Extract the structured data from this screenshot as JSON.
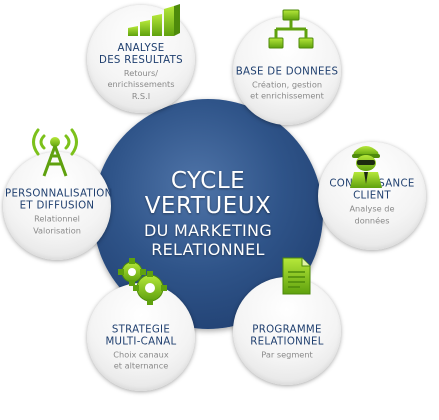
{
  "hub": {
    "line1": "CYCLE",
    "line2": "VERTUEUX",
    "line3": "DU MARKETING",
    "line4": "RELATIONNEL"
  },
  "nodes": [
    {
      "title1": "ANALYSE",
      "title2": "DES RESULTATS",
      "sub1": "Retours/",
      "sub2": "enrichissements",
      "sub3": "R.S.I",
      "icon": "bar-chart-icon"
    },
    {
      "title1": "BASE DE DONNEES",
      "title2": "",
      "sub1": "Création, gestion",
      "sub2": "et enrichissement",
      "sub3": "",
      "icon": "hierarchy-icon"
    },
    {
      "title1": "CONNAISSANCE",
      "title2": "CLIENT",
      "sub1": "Analyse de",
      "sub2": "données",
      "sub3": "",
      "icon": "spy-icon"
    },
    {
      "title1": "PROGRAMME",
      "title2": "RELATIONNEL",
      "sub1": "Par segment",
      "sub2": "",
      "sub3": "",
      "icon": "document-icon"
    },
    {
      "title1": "STRATEGIE",
      "title2": "MULTI-CANAL",
      "sub1": "Choix canaux",
      "sub2": "et alternance",
      "sub3": "",
      "icon": "gears-icon"
    },
    {
      "title1": "PERSONNALISATION",
      "title2": "ET DIFFUSION",
      "sub1": "Relationnel",
      "sub2": "Valorisation",
      "sub3": "",
      "icon": "antenna-icon"
    }
  ],
  "colors": {
    "hub": "#2f5489",
    "title_text": "#1f3f6f",
    "sub_text": "#8a8a8a",
    "icon_green": "#7cc11b"
  }
}
